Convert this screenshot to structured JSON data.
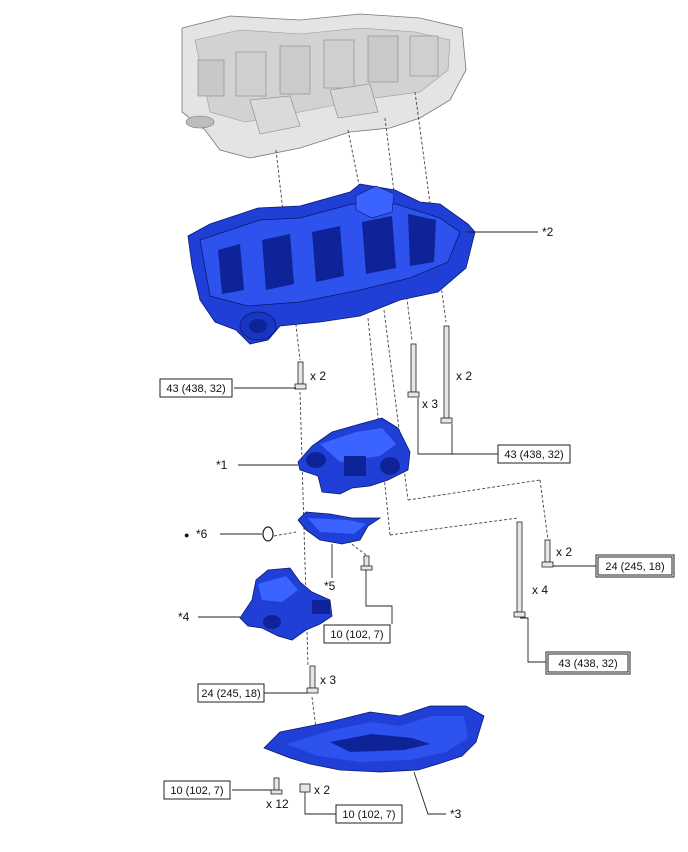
{
  "part_labels": {
    "p1": "*1",
    "p2": "*2",
    "p3": "*3",
    "p4": "*4",
    "p5": "*5",
    "p6": "*6"
  },
  "quantities": {
    "q_block_bolt": "x 2",
    "q_long_bolt_a": "x 2",
    "q_long_bolt_b": "x 3",
    "q_side_bolt": "x 2",
    "q_long_bolt_c": "x 4",
    "q_pump_bolt": "x 3",
    "q_pan_bolts": "x 12",
    "q_pan_nuts": "x 2"
  },
  "torques": {
    "t1": "43 (438, 32)",
    "t2": "43 (438, 32)",
    "t3": "24 (245, 18)",
    "t4": "10 (102, 7)",
    "t5": "43 (438, 32)",
    "t6": "24 (245, 18)",
    "t7": "10 (102, 7)",
    "t8": "10 (102, 7)"
  },
  "colors": {
    "part_blue": "#1f3fd6",
    "part_blue_dark": "#0f2399",
    "engine_grey": "#d9d9d9"
  },
  "symbols": {
    "non_reusable": "●"
  }
}
